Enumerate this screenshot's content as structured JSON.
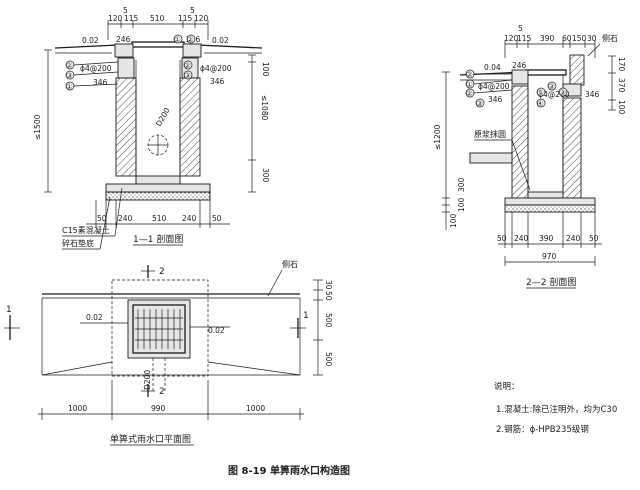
{
  "section1": {
    "title": "1—1 剖面图",
    "top_dims": [
      "5",
      "120",
      "115",
      "510",
      "115",
      "120",
      "5"
    ],
    "bottom_dims": [
      "50",
      "240",
      "510",
      "240",
      "50"
    ],
    "gradient_left": "0.02",
    "gradient_right": "0.02",
    "dim_246_left": "246",
    "dim_246_right": "246",
    "dim_346_left": "346",
    "dim_346_right": "346",
    "rebar_left": "ϕ4@200",
    "rebar_right": "ϕ4@200",
    "pipe_label": "D200",
    "right_side_dims": [
      "100",
      "≤1080",
      "300"
    ],
    "left_side_dim": "≤1500",
    "concrete_label": "C15素混凝土",
    "gravel_label": "碎石垫底",
    "markers_left": [
      "②",
      "③",
      "①"
    ],
    "markers_right": [
      "①",
      "②",
      "②",
      "③"
    ]
  },
  "section2": {
    "title": "2—2 剖面图",
    "top_dims": [
      "5",
      "120",
      "115",
      "390",
      "60",
      "150",
      "30"
    ],
    "curb_label": "侧石",
    "gradient": "0.04",
    "dim_246": "246",
    "dim_346_a": "346",
    "dim_346_b": "346",
    "rebar_left": "ϕ4@200",
    "rebar_right": "ϕ4@200",
    "right_side_dims": [
      "170",
      "370",
      "100"
    ],
    "left_side_dim": "≤1200",
    "mortar_label": "原浆抹圆",
    "left_bottom_dims": [
      "100",
      "100",
      "300"
    ],
    "bottom_dims": [
      "50",
      "240",
      "390",
      "240",
      "50"
    ],
    "total_dim": "970",
    "markers": [
      "②",
      "①",
      "②",
      "③",
      "③",
      "③",
      "④",
      "⑤"
    ]
  },
  "plan": {
    "title": "单箅式雨水口平面图",
    "gradient_left": "0.02",
    "gradient_right": "0.02",
    "curb_label": "侧石",
    "pipe_label": "D200",
    "section_mark_1": "1",
    "section_mark_2": "2",
    "right_dims": [
      "30",
      "50",
      "500",
      "500"
    ],
    "bottom_dims": [
      "1000",
      "990",
      "1000"
    ]
  },
  "notes": {
    "heading": "说明：",
    "items": [
      "1.混凝土:除已注明外，均为C30",
      "2.钢筋：ϕ-HPB235级钢"
    ]
  },
  "caption": "图 8-19    单箅雨水口构造图"
}
